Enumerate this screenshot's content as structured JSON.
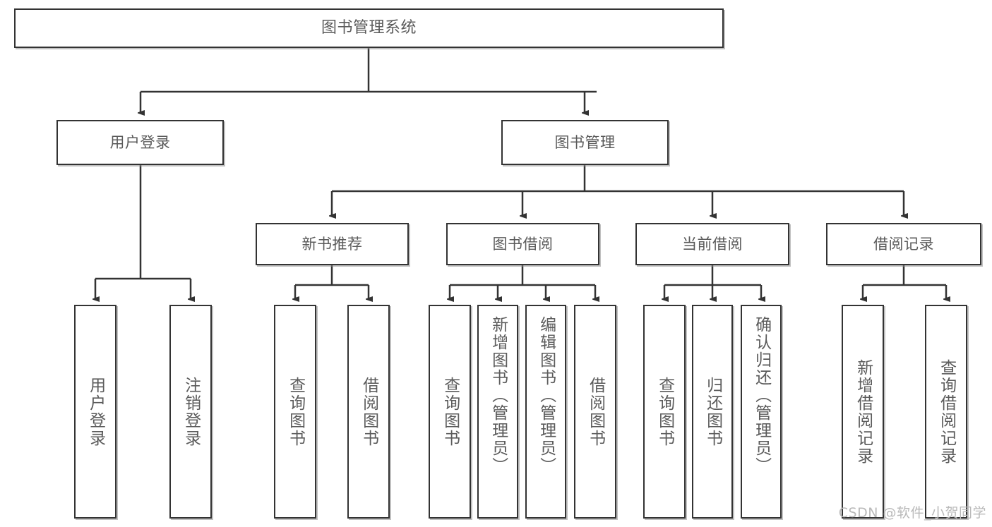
{
  "diagram": {
    "title": "图书管理系统",
    "watermark": "CSDN @软件_小贺同学",
    "colors": {
      "box_border": "#333333",
      "box_fill": "#ffffff",
      "text": "#5b5b5b",
      "edge": "#333333",
      "watermark": "#b9b9b9"
    },
    "levels": {
      "root": "图书管理系统",
      "level2": [
        "用户登录",
        "图书管理"
      ],
      "level3": [
        "新书推荐",
        "图书借阅",
        "当前借阅",
        "借阅记录"
      ]
    },
    "nodes": {
      "root": "图书管理系统",
      "user_login": "用户登录",
      "book_mgmt": "图书管理",
      "new_book_rec": "新书推荐",
      "book_borrow": "图书借阅",
      "current_borrow": "当前借阅",
      "borrow_record": "借阅记录",
      "leaf_user_login": "用户登录",
      "leaf_user_logout": "注销登录",
      "leaf_query_book_1": "查询图书",
      "leaf_borrow_book_1": "借阅图书",
      "leaf_query_book_2": "查询图书",
      "leaf_add_book_admin": "新增图书（管理员）",
      "leaf_edit_book_admin": "编辑图书（管理员）",
      "leaf_borrow_book_2": "借阅图书",
      "leaf_query_book_3": "查询图书",
      "leaf_return_book": "归还图书",
      "leaf_confirm_return_admin": "确认归还（管理员）",
      "leaf_add_borrow_record": "新增借阅记录",
      "leaf_query_borrow_record": "查询借阅记录"
    }
  }
}
